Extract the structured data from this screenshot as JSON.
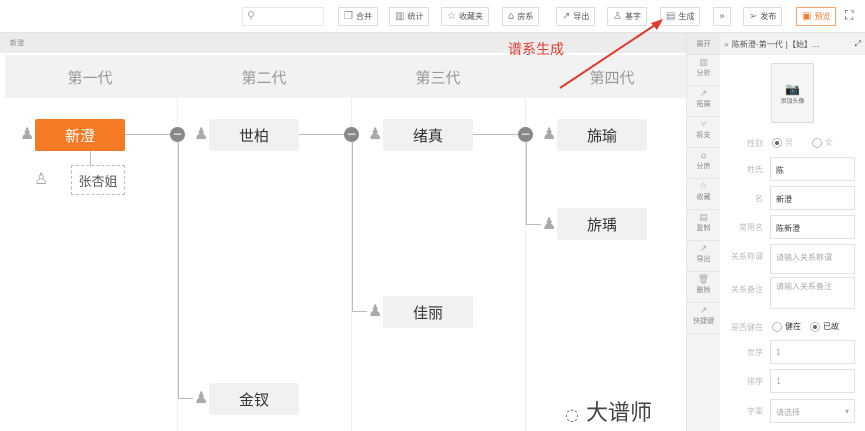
{
  "toolbar": {
    "search_placeholder": "",
    "buttons": [
      {
        "label": "合并",
        "icon": "merge-icon"
      },
      {
        "label": "统计",
        "icon": "bar-chart-icon"
      },
      {
        "label": "收藏夹",
        "icon": "star-icon"
      },
      {
        "label": "房系",
        "icon": "home-icon"
      },
      {
        "label": "导出",
        "icon": "export-icon"
      },
      {
        "label": "基字",
        "icon": "person-icon"
      },
      {
        "label": "生成",
        "icon": "generate-icon"
      },
      {
        "label": "",
        "icon": "double-chevron-right-icon"
      },
      {
        "label": "发布",
        "icon": "send-icon"
      },
      {
        "label": "预览",
        "icon": "preview-icon"
      }
    ],
    "fullscreen_icon": "expand-icon"
  },
  "breadcrumb": "新澄",
  "annotation": "谱系生成",
  "generations": [
    "第一代",
    "第二代",
    "第三代",
    "第四代"
  ],
  "tree": {
    "root": "新澄",
    "spouse": "张杏姐",
    "gen2": [
      "世柏",
      "金钗"
    ],
    "gen3": [
      "绪真",
      "佳丽"
    ],
    "gen4": [
      "旆瑜",
      "旂瑀"
    ]
  },
  "side": {
    "expand": "展开",
    "items": [
      "分析",
      "拓展",
      "拆支",
      "分房",
      "收藏",
      "复制",
      "导出",
      "删除",
      "快捷键"
    ]
  },
  "panel": {
    "title": "陈新澄-第一代 |【始】...",
    "photo_label": "添加头像",
    "gender_label": "性别",
    "gender_options": [
      "男",
      "女"
    ],
    "surname_label": "姓氏",
    "surname": "陈",
    "name_label": "名",
    "name": "新澄",
    "common_label": "常用名",
    "common": "陈新澄",
    "relation_label": "关系称谓",
    "relation_ph": "请输入关系称谓",
    "note_label": "关系备注",
    "note_ph": "请输入关系备注",
    "alive_label": "是否健在",
    "alive_options": [
      "健在",
      "已故"
    ],
    "gen_order_label": "世序",
    "gen_order": "1",
    "order_label": "排序",
    "order": "1",
    "zibei_label": "字辈",
    "zibei_ph": "请选择"
  },
  "watermark": "大谱师",
  "colors": {
    "accent": "#f47b24",
    "annotation": "#e03b2f"
  }
}
